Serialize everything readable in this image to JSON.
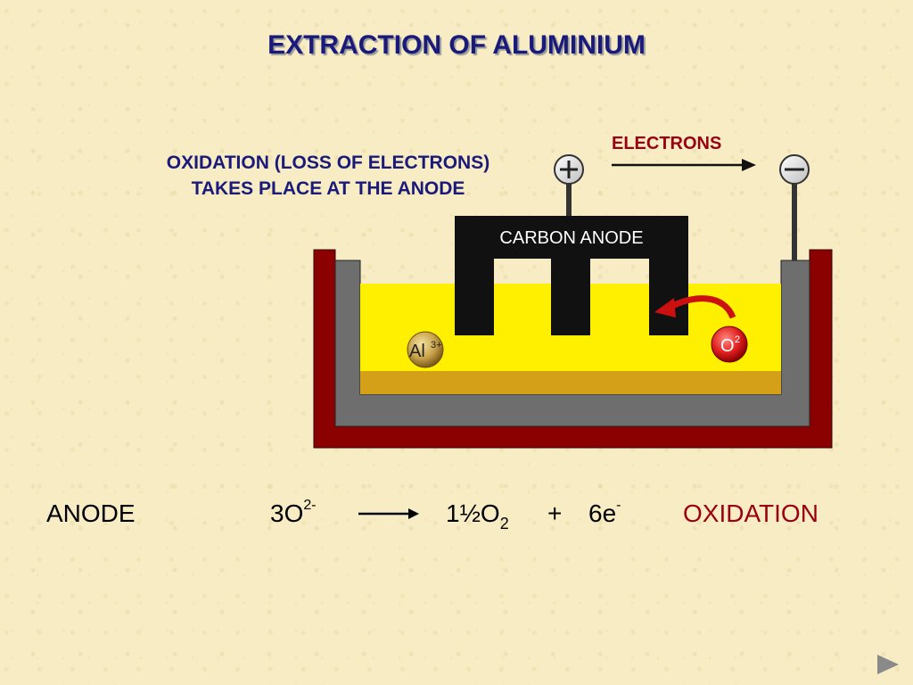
{
  "slide": {
    "title": "EXTRACTION OF ALUMINIUM",
    "callout": "OXIDATION (LOSS OF ELECTRONS) TAKES PLACE AT THE ANODE",
    "electrons_label": "ELECTRONS",
    "anode_label": "CARBON ANODE",
    "terminals": {
      "positive": "+",
      "negative": "−"
    },
    "ions": {
      "aluminium": {
        "symbol": "Al",
        "charge": "3+"
      },
      "oxide": {
        "symbol": "O",
        "charge": "2"
      }
    }
  },
  "equation": {
    "electrode": "ANODE",
    "reactant_coeff": "3O",
    "reactant_charge": "2-",
    "product_coeff": "1½O",
    "product_sub": "2",
    "plus": "+",
    "electron": "6e",
    "electron_charge": "-",
    "type": "OXIDATION"
  },
  "colors": {
    "title": "#1a1a7a",
    "accent_red": "#990011",
    "cell_outer": "#8b0000",
    "cell_lining": "#6e6e6e",
    "electrolyte": "#fff000",
    "molten_aluminium": "#d4a017",
    "anode": "#111111"
  },
  "navigation": {
    "next_icon": "play-triangle-icon"
  }
}
